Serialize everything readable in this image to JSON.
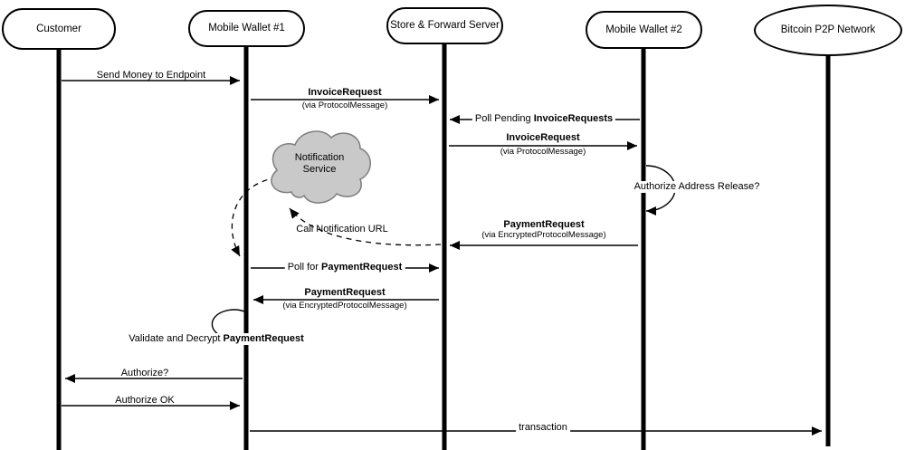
{
  "actors": {
    "customer": "Customer",
    "wallet1": "Mobile Wallet #1",
    "server": "Store & Forward Server",
    "wallet2": "Mobile Wallet #2",
    "bitcoin": "Bitcoin P2P Network"
  },
  "cloud": {
    "label": "Notification Service"
  },
  "messages": {
    "send_money": "Send Money to Endpoint",
    "invoice_request_ws": {
      "title": "InvoiceRequest",
      "via": "(via ProtocolMessage)"
    },
    "poll_pending": {
      "prefix": "Poll Pending ",
      "bold": "InvoiceRequests"
    },
    "invoice_request_sw2": {
      "title": "InvoiceRequest",
      "via": "(via ProtocolMessage)"
    },
    "authorize_address_release": "Authorize Address Release?",
    "payment_request_w2s": {
      "title": "PaymentRequest",
      "via": "(via EncryptedProtocolMessage)"
    },
    "call_notification_url": "Call Notification URL",
    "poll_for_payment": {
      "prefix": "Poll for ",
      "bold": "PaymentRequest"
    },
    "payment_request_sw1": {
      "title": "PaymentRequest",
      "via": "(via EncryptedProtocolMessage)"
    },
    "validate_decrypt": {
      "prefix": "Validate and Decrypt ",
      "bold": "PaymentRequest"
    },
    "authorize_q": "Authorize?",
    "authorize_ok": "Authorize OK",
    "transaction": "transaction"
  },
  "colors": {
    "line": "#000000",
    "cloud_fill": "#c9c9c9",
    "cloud_stroke": "#7d7d7d",
    "background": "#ffffff"
  }
}
